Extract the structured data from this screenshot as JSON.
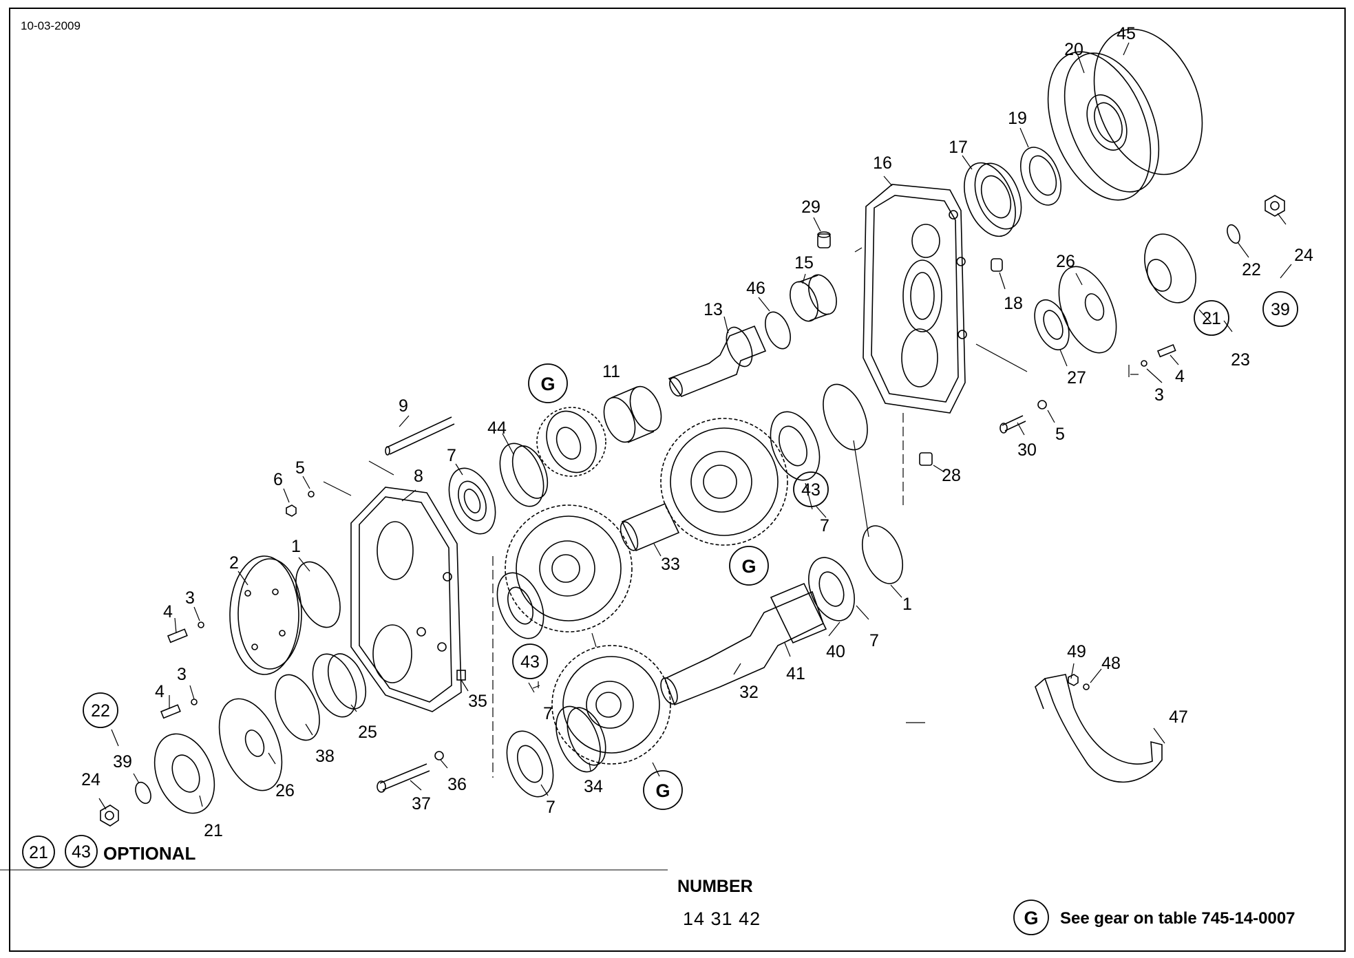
{
  "header": {
    "date": "10-03-2009"
  },
  "footer": {
    "number_label": "NUMBER",
    "number_value": "14 31 42",
    "optional_text": "OPTIONAL",
    "optional_circles": [
      "21",
      "43"
    ],
    "gear_symbol": "G",
    "gear_note": "See gear on table 745-14-0007"
  },
  "callouts": {
    "c45": "45",
    "c20": "20",
    "c19": "19",
    "c17": "17",
    "c16": "16",
    "c29": "29",
    "c24a": "24",
    "c22a": "22",
    "c39a": "39",
    "c15": "15",
    "c18": "18",
    "c26a": "26",
    "c21a": "21",
    "c23": "23",
    "c46": "46",
    "c13": "13",
    "c27": "27",
    "c3a": "3",
    "c4a": "4",
    "cGa": "G",
    "c11": "11",
    "c9": "9",
    "c44": "44",
    "c30": "30",
    "c5a": "5",
    "c28": "28",
    "c7a": "7",
    "c6": "6",
    "c5b": "5",
    "c8": "8",
    "c43a": "43",
    "c7b": "7",
    "c33": "33",
    "cGb": "G",
    "c1a": "1",
    "c2": "2",
    "c1b": "1",
    "c3b": "3",
    "c4b": "4",
    "c7c": "7",
    "c40": "40",
    "c41": "41",
    "c43b": "43",
    "c35": "35",
    "c32": "32",
    "c49": "49",
    "c48": "48",
    "c3c": "3",
    "c4c": "4",
    "c7d": "7",
    "c25": "25",
    "c47": "47",
    "c22b": "22",
    "c38": "38",
    "c39b": "39",
    "c26b": "26",
    "c34": "34",
    "c36": "36",
    "cGc": "G",
    "c24b": "24",
    "c37": "37",
    "c7e": "7",
    "c21b": "21"
  }
}
